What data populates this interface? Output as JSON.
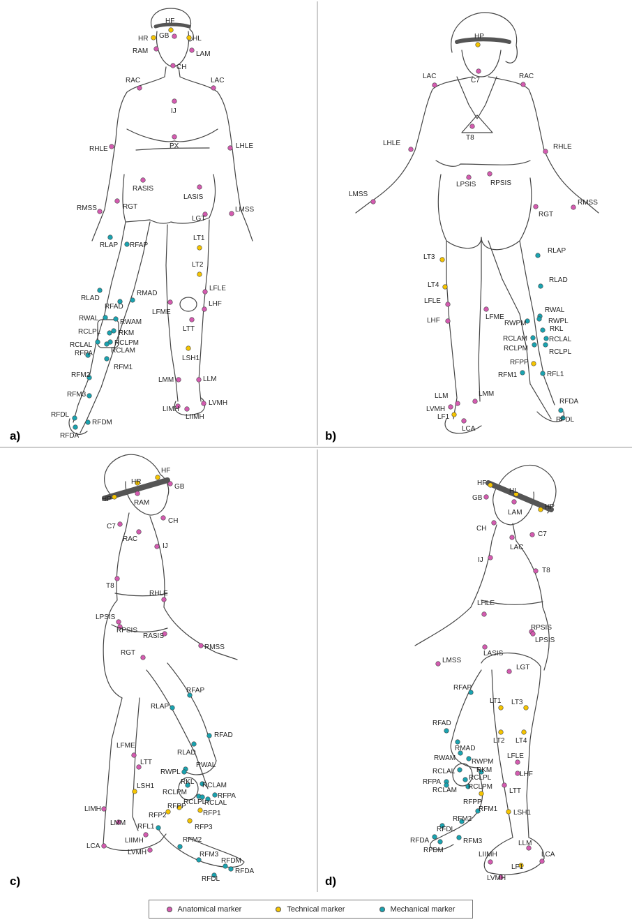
{
  "panels": [
    {
      "id": "a",
      "label": "a)",
      "markers": [
        [
          "HF",
          "technical"
        ],
        [
          "GB",
          "anatomical"
        ],
        [
          "HR",
          "technical"
        ],
        [
          "HL",
          "technical"
        ],
        [
          "RAM",
          "anatomical"
        ],
        [
          "LAM",
          "anatomical"
        ],
        [
          "CH",
          "anatomical"
        ],
        [
          "RAC",
          "anatomical"
        ],
        [
          "LAC",
          "anatomical"
        ],
        [
          "IJ",
          "anatomical"
        ],
        [
          "PX",
          "anatomical"
        ],
        [
          "RHLE",
          "anatomical"
        ],
        [
          "LHLE",
          "anatomical"
        ],
        [
          "RASIS",
          "anatomical"
        ],
        [
          "LASIS",
          "anatomical"
        ],
        [
          "RMSS",
          "anatomical"
        ],
        [
          "RGT",
          "anatomical"
        ],
        [
          "LGT",
          "anatomical"
        ],
        [
          "LMSS",
          "anatomical"
        ],
        [
          "RLAP",
          "mechanical"
        ],
        [
          "RFAP",
          "mechanical"
        ],
        [
          "LT1",
          "technical"
        ],
        [
          "LT2",
          "technical"
        ],
        [
          "RLAD",
          "mechanical"
        ],
        [
          "RMAD",
          "mechanical"
        ],
        [
          "RFAD",
          "mechanical"
        ],
        [
          "LFLE",
          "anatomical"
        ],
        [
          "LHF",
          "anatomical"
        ],
        [
          "LFME",
          "anatomical"
        ],
        [
          "RWAL",
          "mechanical"
        ],
        [
          "RWAM",
          "mechanical"
        ],
        [
          "RKM",
          "mechanical"
        ],
        [
          "RCLPL",
          "mechanical"
        ],
        [
          "RCLAL",
          "mechanical"
        ],
        [
          "RCLPM",
          "mechanical"
        ],
        [
          "RFPA",
          "mechanical"
        ],
        [
          "RCLAM",
          "mechanical"
        ],
        [
          "LTT",
          "anatomical"
        ],
        [
          "LSH1",
          "technical"
        ],
        [
          "RFM1",
          "mechanical"
        ],
        [
          "RFM2",
          "mechanical"
        ],
        [
          "LMM",
          "anatomical"
        ],
        [
          "LLM",
          "anatomical"
        ],
        [
          "RFM3",
          "mechanical"
        ],
        [
          "LIMH",
          "anatomical"
        ],
        [
          "LVMH",
          "anatomical"
        ],
        [
          "LIIMH",
          "anatomical"
        ],
        [
          "RFDL",
          "mechanical"
        ],
        [
          "RFDM",
          "mechanical"
        ],
        [
          "RFDA",
          "mechanical"
        ]
      ]
    },
    {
      "id": "b",
      "label": "b)",
      "markers": [
        [
          "HP",
          "technical"
        ],
        [
          "C7",
          "anatomical"
        ],
        [
          "LAC",
          "anatomical"
        ],
        [
          "RAC",
          "anatomical"
        ],
        [
          "T8",
          "anatomical"
        ],
        [
          "LHLE",
          "anatomical"
        ],
        [
          "RHLE",
          "anatomical"
        ],
        [
          "LPSIS",
          "anatomical"
        ],
        [
          "RPSIS",
          "anatomical"
        ],
        [
          "LMSS",
          "anatomical"
        ],
        [
          "RMSS",
          "anatomical"
        ],
        [
          "RGT",
          "anatomical"
        ],
        [
          "RLAP",
          "mechanical"
        ],
        [
          "LT3",
          "technical"
        ],
        [
          "RLAD",
          "mechanical"
        ],
        [
          "LT4",
          "technical"
        ],
        [
          "LFLE",
          "anatomical"
        ],
        [
          "RWAL",
          "mechanical"
        ],
        [
          "LHF",
          "anatomical"
        ],
        [
          "LFME",
          "anatomical"
        ],
        [
          "RWPM",
          "mechanical"
        ],
        [
          "RWPL",
          "mechanical"
        ],
        [
          "RKL",
          "mechanical"
        ],
        [
          "RCLAM",
          "mechanical"
        ],
        [
          "RCLAL",
          "mechanical"
        ],
        [
          "RCLPM",
          "mechanical"
        ],
        [
          "RCLPL",
          "mechanical"
        ],
        [
          "RFPP",
          "technical"
        ],
        [
          "RFM1",
          "mechanical"
        ],
        [
          "RFL1",
          "mechanical"
        ],
        [
          "LLM",
          "anatomical"
        ],
        [
          "LMM",
          "anatomical"
        ],
        [
          "LVMH",
          "anatomical"
        ],
        [
          "LF1",
          "technical"
        ],
        [
          "LCA",
          "anatomical"
        ],
        [
          "RFDA",
          "mechanical"
        ],
        [
          "RFDL",
          "mechanical"
        ]
      ]
    },
    {
      "id": "c",
      "label": "c)",
      "markers": [
        [
          "HF",
          "technical"
        ],
        [
          "HR",
          "technical"
        ],
        [
          "GB",
          "anatomical"
        ],
        [
          "HP",
          "technical"
        ],
        [
          "RAM",
          "anatomical"
        ],
        [
          "CH",
          "anatomical"
        ],
        [
          "C7",
          "anatomical"
        ],
        [
          "RAC",
          "anatomical"
        ],
        [
          "IJ",
          "anatomical"
        ],
        [
          "T8",
          "anatomical"
        ],
        [
          "RHLE",
          "anatomical"
        ],
        [
          "LPSIS",
          "anatomical"
        ],
        [
          "RPSIS",
          "anatomical"
        ],
        [
          "RASIS",
          "anatomical"
        ],
        [
          "RMSS",
          "anatomical"
        ],
        [
          "RGT",
          "anatomical"
        ],
        [
          "RFAP",
          "mechanical"
        ],
        [
          "RLAP",
          "mechanical"
        ],
        [
          "RFAD",
          "mechanical"
        ],
        [
          "LFME",
          "anatomical"
        ],
        [
          "RLAD",
          "mechanical"
        ],
        [
          "LTT",
          "anatomical"
        ],
        [
          "RWAL",
          "mechanical"
        ],
        [
          "RWPL",
          "mechanical"
        ],
        [
          "LSH1",
          "technical"
        ],
        [
          "RKL",
          "mechanical"
        ],
        [
          "RCLAM",
          "mechanical"
        ],
        [
          "RCLPM",
          "mechanical"
        ],
        [
          "RFPA",
          "mechanical"
        ],
        [
          "RCLPL",
          "mechanical"
        ],
        [
          "RCLAL",
          "mechanical"
        ],
        [
          "LIMH",
          "anatomical"
        ],
        [
          "RFPP",
          "technical"
        ],
        [
          "RFP2",
          "technical"
        ],
        [
          "RFP1",
          "technical"
        ],
        [
          "RFP3",
          "technical"
        ],
        [
          "LMM",
          "anatomical"
        ],
        [
          "RFL1",
          "mechanical"
        ],
        [
          "LIIMH",
          "anatomical"
        ],
        [
          "LCA",
          "anatomical"
        ],
        [
          "LVMH",
          "anatomical"
        ],
        [
          "RFM2",
          "mechanical"
        ],
        [
          "RFM3",
          "mechanical"
        ],
        [
          "RFDM",
          "mechanical"
        ],
        [
          "RFDA",
          "mechanical"
        ],
        [
          "RFDL",
          "mechanical"
        ]
      ]
    },
    {
      "id": "d",
      "label": "d)",
      "markers": [
        [
          "HF",
          "technical"
        ],
        [
          "HL",
          "technical"
        ],
        [
          "GB",
          "anatomical"
        ],
        [
          "LAM",
          "anatomical"
        ],
        [
          "HP",
          "technical"
        ],
        [
          "CH",
          "anatomical"
        ],
        [
          "C7",
          "anatomical"
        ],
        [
          "LAC",
          "anatomical"
        ],
        [
          "IJ",
          "anatomical"
        ],
        [
          "T8",
          "anatomical"
        ],
        [
          "LHLE",
          "anatomical"
        ],
        [
          "RPSIS",
          "anatomical"
        ],
        [
          "LPSIS",
          "anatomical"
        ],
        [
          "LASIS",
          "anatomical"
        ],
        [
          "LMSS",
          "anatomical"
        ],
        [
          "LGT",
          "anatomical"
        ],
        [
          "RFAP",
          "mechanical"
        ],
        [
          "LT1",
          "technical"
        ],
        [
          "LT3",
          "technical"
        ],
        [
          "RFAD",
          "mechanical"
        ],
        [
          "LT2",
          "technical"
        ],
        [
          "LT4",
          "technical"
        ],
        [
          "RMAD",
          "mechanical"
        ],
        [
          "RWAM",
          "mechanical"
        ],
        [
          "RWPM",
          "mechanical"
        ],
        [
          "LFLE",
          "anatomical"
        ],
        [
          "RCLAL",
          "mechanical"
        ],
        [
          "RKM",
          "mechanical"
        ],
        [
          "LHF",
          "anatomical"
        ],
        [
          "RFPA",
          "mechanical"
        ],
        [
          "RCLPL",
          "mechanical"
        ],
        [
          "RCLAM",
          "mechanical"
        ],
        [
          "RCLPM",
          "mechanical"
        ],
        [
          "LTT",
          "anatomical"
        ],
        [
          "RFPP",
          "technical"
        ],
        [
          "RFM1",
          "mechanical"
        ],
        [
          "LSH1",
          "technical"
        ],
        [
          "RFDL",
          "mechanical"
        ],
        [
          "RFM2",
          "mechanical"
        ],
        [
          "RFDA",
          "mechanical"
        ],
        [
          "RFM3",
          "mechanical"
        ],
        [
          "RFDM",
          "mechanical"
        ],
        [
          "LLM",
          "anatomical"
        ],
        [
          "LIIMH",
          "anatomical"
        ],
        [
          "LCA",
          "anatomical"
        ],
        [
          "LF1",
          "technical"
        ],
        [
          "LVMH",
          "anatomical"
        ]
      ]
    }
  ],
  "legend": [
    {
      "type": "anatomical",
      "label": "Anatomical marker",
      "color": "#d45bb0"
    },
    {
      "type": "technical",
      "label": "Technical marker",
      "color": "#f5c400"
    },
    {
      "type": "mechanical",
      "label": "Mechanical marker",
      "color": "#1aa3b0"
    }
  ]
}
